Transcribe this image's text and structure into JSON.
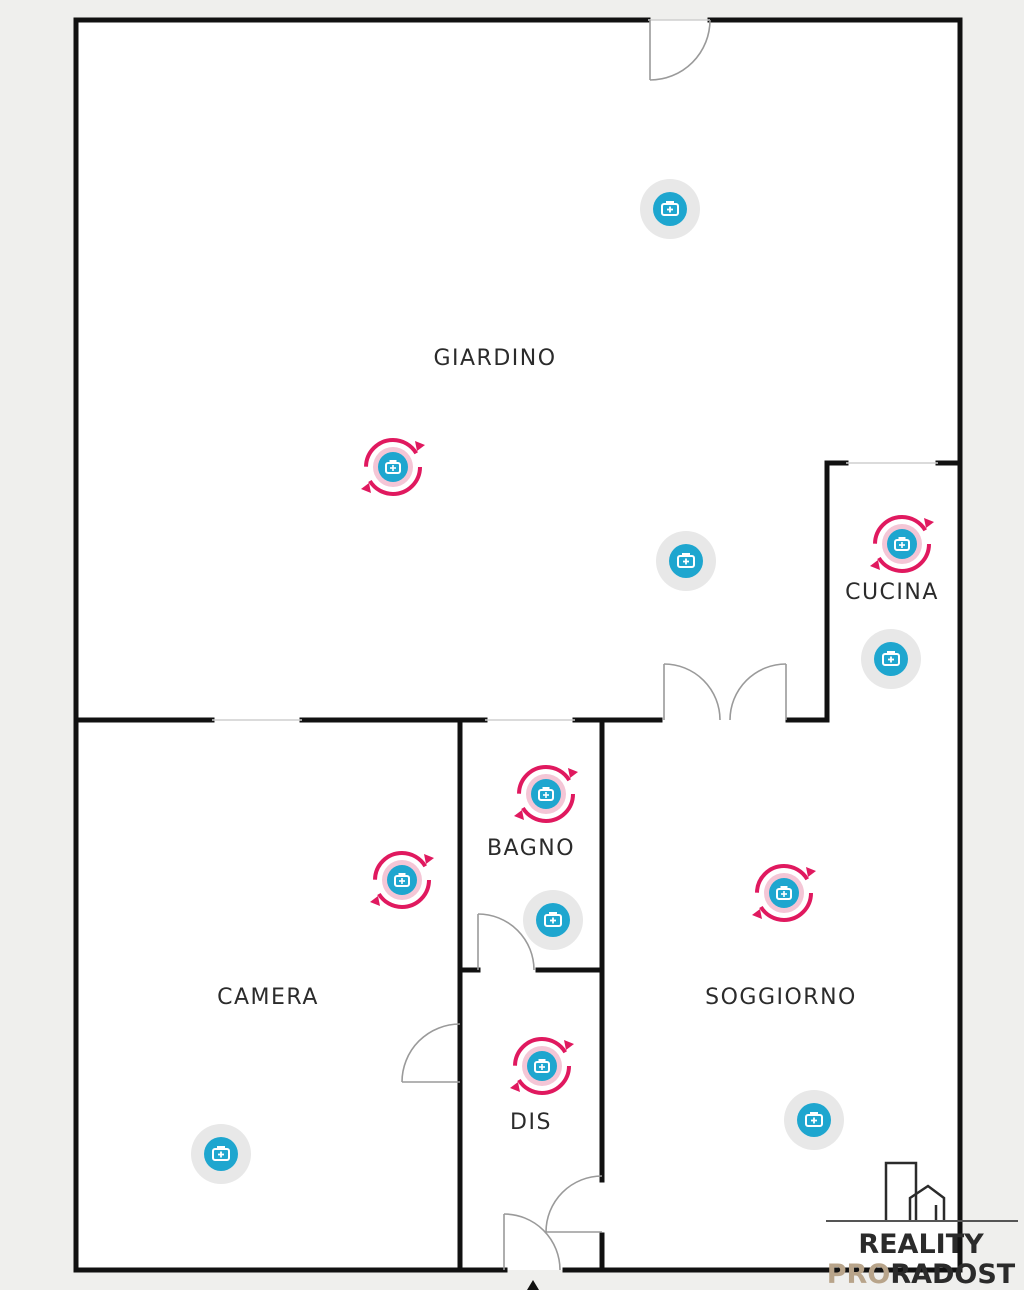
{
  "rooms": {
    "giardino": "GIARDINO",
    "cucina": "CUCINA",
    "bagno": "BAGNO",
    "camera": "CAMERA",
    "soggiorno": "SOGGIORNO",
    "dis": "DIS"
  },
  "brand": {
    "line1": "REALITY",
    "line2_a": "PRO",
    "line2_b": "RADOST"
  },
  "icons": {
    "camera_marker": "camera-icon",
    "panorama_marker": "panorama-360-icon"
  },
  "colors": {
    "marker_blue": "#1ea6cf",
    "marker_pink": "#e0195f",
    "marker_halo": "#e6e6e6",
    "wall": "#111111",
    "brand_dark": "#2b2b2b",
    "brand_gold": "#b8a48a"
  }
}
